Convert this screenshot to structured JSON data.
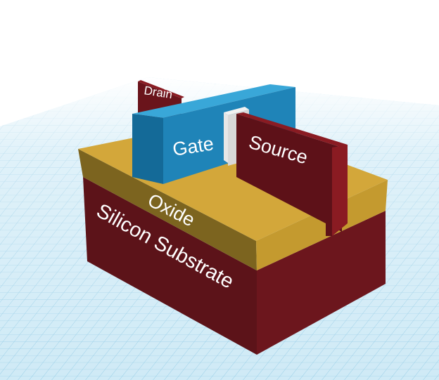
{
  "labels": {
    "drain": "Drain",
    "gate": "Gate",
    "source": "Source",
    "oxide": "Oxide",
    "substrate": "Silicon Substrate"
  },
  "colors": {
    "background": "#ffffff",
    "grid_floor": "#cfeaf6",
    "grid_line": "#8cc8e4",
    "substrate_front": "#5c1319",
    "substrate_side": "#6c161d",
    "oxide_top": "#d3a73a",
    "oxide_front": "#7c641f",
    "oxide_side": "#c49a2f",
    "gate_front": "#1f84b8",
    "gate_top": "#39a7d8",
    "gate_side": "#146a98",
    "source_front": "#5d1118",
    "source_edge": "#8a1b22",
    "drain": "#6a141b",
    "channel": "#d8d8d8"
  }
}
